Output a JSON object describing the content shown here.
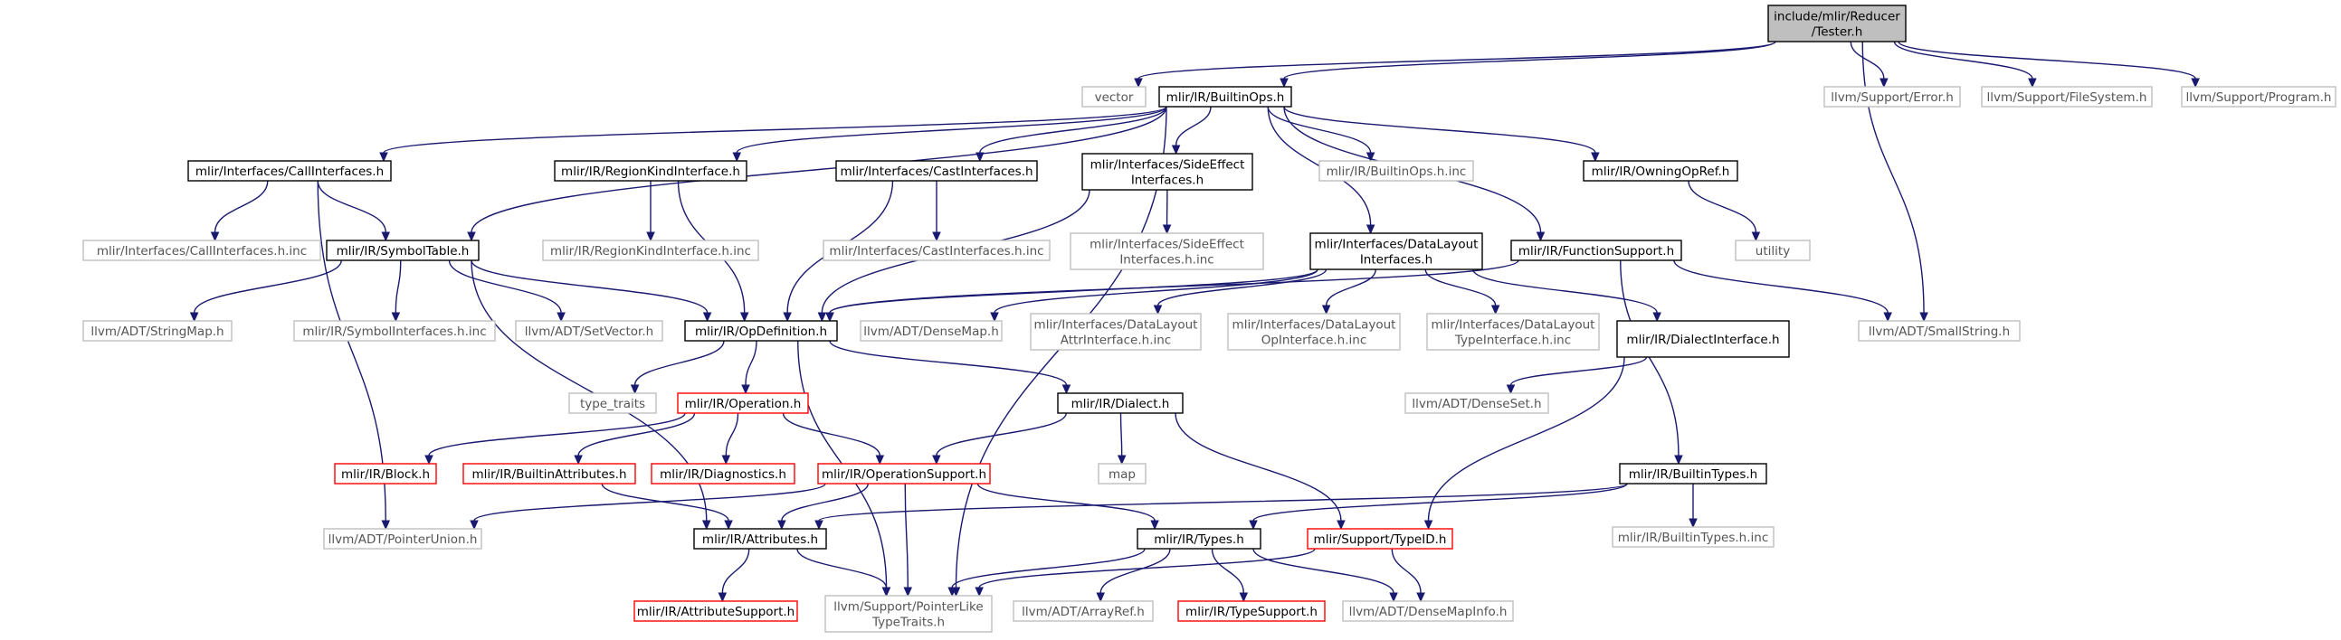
{
  "nodes": {
    "root": {
      "label": [
        "include/mlir/Reducer",
        "/Tester.h"
      ],
      "style": "root"
    },
    "vector": {
      "label": [
        "vector"
      ],
      "style": "gray"
    },
    "builtinops": {
      "label": [
        "mlir/IR/BuiltinOps.h"
      ],
      "style": "black"
    },
    "err": {
      "label": [
        "llvm/Support/Error.h"
      ],
      "style": "gray"
    },
    "fs": {
      "label": [
        "llvm/Support/FileSystem.h"
      ],
      "style": "gray"
    },
    "prog": {
      "label": [
        "llvm/Support/Program.h"
      ],
      "style": "gray"
    },
    "callif": {
      "label": [
        "mlir/Interfaces/CallInterfaces.h"
      ],
      "style": "black"
    },
    "regionkind": {
      "label": [
        "mlir/IR/RegionKindInterface.h"
      ],
      "style": "black"
    },
    "castif": {
      "label": [
        "mlir/Interfaces/CastInterfaces.h"
      ],
      "style": "black"
    },
    "sideeff": {
      "label": [
        "mlir/Interfaces/SideEffect",
        "Interfaces.h"
      ],
      "style": "black"
    },
    "builtinopsinc": {
      "label": [
        "mlir/IR/BuiltinOps.h.inc"
      ],
      "style": "gray"
    },
    "owningop": {
      "label": [
        "mlir/IR/OwningOpRef.h"
      ],
      "style": "black"
    },
    "callifinc": {
      "label": [
        "mlir/Interfaces/CallInterfaces.h.inc"
      ],
      "style": "gray"
    },
    "symtab": {
      "label": [
        "mlir/IR/SymbolTable.h"
      ],
      "style": "black"
    },
    "regionkindinc": {
      "label": [
        "mlir/IR/RegionKindInterface.h.inc"
      ],
      "style": "gray"
    },
    "castifinc": {
      "label": [
        "mlir/Interfaces/CastInterfaces.h.inc"
      ],
      "style": "gray"
    },
    "sideeffinc": {
      "label": [
        "mlir/Interfaces/SideEffect",
        "Interfaces.h.inc"
      ],
      "style": "gray"
    },
    "datalayout": {
      "label": [
        "mlir/Interfaces/DataLayout",
        "Interfaces.h"
      ],
      "style": "black"
    },
    "funcsupport": {
      "label": [
        "mlir/IR/FunctionSupport.h"
      ],
      "style": "black"
    },
    "utility": {
      "label": [
        "utility"
      ],
      "style": "gray"
    },
    "stringmap": {
      "label": [
        "llvm/ADT/StringMap.h"
      ],
      "style": "gray"
    },
    "symifinc": {
      "label": [
        "mlir/IR/SymbolInterfaces.h.inc"
      ],
      "style": "gray"
    },
    "setvector": {
      "label": [
        "llvm/ADT/SetVector.h"
      ],
      "style": "gray"
    },
    "opdef": {
      "label": [
        "mlir/IR/OpDefinition.h"
      ],
      "style": "black"
    },
    "densemap": {
      "label": [
        "llvm/ADT/DenseMap.h"
      ],
      "style": "gray"
    },
    "dlattr": {
      "label": [
        "mlir/Interfaces/DataLayout",
        "AttrInterface.h.inc"
      ],
      "style": "gray"
    },
    "dlop": {
      "label": [
        "mlir/Interfaces/DataLayout",
        "OpInterface.h.inc"
      ],
      "style": "gray"
    },
    "dltype": {
      "label": [
        "mlir/Interfaces/DataLayout",
        "TypeInterface.h.inc"
      ],
      "style": "gray"
    },
    "dialectif": {
      "label": [
        "mlir/IR/DialectInterface.h"
      ],
      "style": "black"
    },
    "smallstring": {
      "label": [
        "llvm/ADT/SmallString.h"
      ],
      "style": "gray"
    },
    "typetraits": {
      "label": [
        "type_traits"
      ],
      "style": "gray"
    },
    "operation": {
      "label": [
        "mlir/IR/Operation.h"
      ],
      "style": "red"
    },
    "dialect": {
      "label": [
        "mlir/IR/Dialect.h"
      ],
      "style": "black"
    },
    "denseset": {
      "label": [
        "llvm/ADT/DenseSet.h"
      ],
      "style": "gray"
    },
    "block": {
      "label": [
        "mlir/IR/Block.h"
      ],
      "style": "red"
    },
    "builtinattr": {
      "label": [
        "mlir/IR/BuiltinAttributes.h"
      ],
      "style": "red"
    },
    "diagnostics": {
      "label": [
        "mlir/IR/Diagnostics.h"
      ],
      "style": "red"
    },
    "opsupport": {
      "label": [
        "mlir/IR/OperationSupport.h"
      ],
      "style": "red"
    },
    "map": {
      "label": [
        "map"
      ],
      "style": "gray"
    },
    "builtintypes": {
      "label": [
        "mlir/IR/BuiltinTypes.h"
      ],
      "style": "black"
    },
    "ptrunion": {
      "label": [
        "llvm/ADT/PointerUnion.h"
      ],
      "style": "gray"
    },
    "attributes": {
      "label": [
        "mlir/IR/Attributes.h"
      ],
      "style": "black"
    },
    "types": {
      "label": [
        "mlir/IR/Types.h"
      ],
      "style": "black"
    },
    "typeid": {
      "label": [
        "mlir/Support/TypeID.h"
      ],
      "style": "red"
    },
    "builtintypesinc": {
      "label": [
        "mlir/IR/BuiltinTypes.h.inc"
      ],
      "style": "gray"
    },
    "attrsupport": {
      "label": [
        "mlir/IR/AttributeSupport.h"
      ],
      "style": "red"
    },
    "ptrlike": {
      "label": [
        "llvm/Support/PointerLike",
        "TypeTraits.h"
      ],
      "style": "gray"
    },
    "arrayref": {
      "label": [
        "llvm/ADT/ArrayRef.h"
      ],
      "style": "gray"
    },
    "typesupport": {
      "label": [
        "mlir/IR/TypeSupport.h"
      ],
      "style": "red"
    },
    "densemapinfo": {
      "label": [
        "llvm/ADT/DenseMapInfo.h"
      ],
      "style": "gray"
    }
  },
  "edges": [
    [
      "root",
      "vector"
    ],
    [
      "root",
      "builtinops"
    ],
    [
      "root",
      "err"
    ],
    [
      "root",
      "fs"
    ],
    [
      "root",
      "prog"
    ],
    [
      "root",
      "smallstring"
    ],
    [
      "builtinops",
      "callif"
    ],
    [
      "builtinops",
      "regionkind"
    ],
    [
      "builtinops",
      "castif"
    ],
    [
      "builtinops",
      "sideeff"
    ],
    [
      "builtinops",
      "builtinopsinc"
    ],
    [
      "builtinops",
      "owningop"
    ],
    [
      "builtinops",
      "symtab"
    ],
    [
      "builtinops",
      "datalayout"
    ],
    [
      "builtinops",
      "funcsupport"
    ],
    [
      "builtinops",
      "ptrlike"
    ],
    [
      "callif",
      "callifinc"
    ],
    [
      "callif",
      "symtab"
    ],
    [
      "callif",
      "ptrunion"
    ],
    [
      "regionkind",
      "regionkindinc"
    ],
    [
      "regionkind",
      "opdef"
    ],
    [
      "castif",
      "castifinc"
    ],
    [
      "castif",
      "opdef"
    ],
    [
      "sideeff",
      "sideeffinc"
    ],
    [
      "sideeff",
      "opdef"
    ],
    [
      "owningop",
      "utility"
    ],
    [
      "symtab",
      "stringmap"
    ],
    [
      "symtab",
      "symifinc"
    ],
    [
      "symtab",
      "setvector"
    ],
    [
      "symtab",
      "opdef"
    ],
    [
      "symtab",
      "attributes"
    ],
    [
      "datalayout",
      "opdef"
    ],
    [
      "datalayout",
      "densemap"
    ],
    [
      "datalayout",
      "dlattr"
    ],
    [
      "datalayout",
      "dlop"
    ],
    [
      "datalayout",
      "dltype"
    ],
    [
      "datalayout",
      "dialectif"
    ],
    [
      "funcsupport",
      "opdef"
    ],
    [
      "funcsupport",
      "smallstring"
    ],
    [
      "funcsupport",
      "builtintypes"
    ],
    [
      "opdef",
      "typetraits"
    ],
    [
      "opdef",
      "operation"
    ],
    [
      "opdef",
      "dialect"
    ],
    [
      "opdef",
      "ptrlike"
    ],
    [
      "dialectif",
      "denseset"
    ],
    [
      "dialectif",
      "typeid"
    ],
    [
      "operation",
      "block"
    ],
    [
      "operation",
      "builtinattr"
    ],
    [
      "operation",
      "diagnostics"
    ],
    [
      "operation",
      "opsupport"
    ],
    [
      "dialect",
      "opsupport"
    ],
    [
      "dialect",
      "map"
    ],
    [
      "dialect",
      "typeid"
    ],
    [
      "builtinattr",
      "attributes"
    ],
    [
      "opsupport",
      "ptrunion"
    ],
    [
      "opsupport",
      "attributes"
    ],
    [
      "opsupport",
      "types"
    ],
    [
      "opsupport",
      "ptrlike"
    ],
    [
      "builtintypes",
      "attributes"
    ],
    [
      "builtintypes",
      "types"
    ],
    [
      "builtintypes",
      "builtintypesinc"
    ],
    [
      "attributes",
      "attrsupport"
    ],
    [
      "attributes",
      "ptrlike"
    ],
    [
      "types",
      "ptrlike"
    ],
    [
      "types",
      "arrayref"
    ],
    [
      "types",
      "typesupport"
    ],
    [
      "types",
      "densemapinfo"
    ],
    [
      "typeid",
      "ptrlike"
    ],
    [
      "typeid",
      "densemapinfo"
    ]
  ]
}
